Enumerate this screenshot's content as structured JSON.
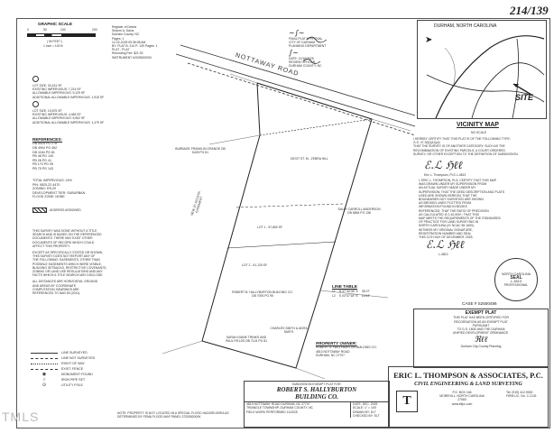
{
  "header": {
    "book_page": "214/139",
    "graphic_scale_label": "GRAPHIC SCALE",
    "scale_ticks": [
      "0",
      "50",
      "100",
      "200"
    ],
    "scale_unit": "( IN FEET )",
    "scale_note": "1 inch = 100 ft."
  },
  "register_block": [
    "Register of Deeds",
    "Sharon A. Davis",
    "Durham County, NC",
    "Pages: 1",
    "12-22-2025 09:36:08 AM",
    "BY: PLAT B: 214 P: 139 Pages: 1",
    "PLAT - PLAT",
    "Recording Fee: $21.00",
    "INSTRUMENT #2025000000"
  ],
  "approvals": [
    "FINAL PLAT APPROVAL",
    "CITY OF DURHAM",
    "PLANNING DEPARTMENT",
    "DATE: 12/10/2025",
    "REVIEW OFFICER",
    "DURHAM COUNTY, NC"
  ],
  "road_label": "NOTTAWAY ROAD",
  "lots": [
    {
      "id": "lot-a",
      "lines": [
        "LOT SIZE: 30,431 SF",
        "EXISTING IMPERVIOUS: 7,214 SF",
        "ALLOWABLE IMPERVIOUS: 9,129 SF",
        "ADDITIONAL ALLOWABLE IMPERVIOUS: 1,915 SF"
      ]
    },
    {
      "id": "lot-b",
      "lines": [
        "LOT SIZE: 19,875 SF",
        "EXISTING IMPERVIOUS: 4,483 SF",
        "ALLOWABLE IMPERVIOUS: 5,962 SF",
        "ADDITIONAL ALLOWABLE IMPERVIOUS: 1,479 SF"
      ]
    }
  ],
  "references_title": "REFERENCES:",
  "references": [
    "DB 5525 PG 278",
    "DB 4904 PG 452",
    "DB 1184 PG 81",
    "PB 48 PG 149",
    "PB 28 PG 41",
    "PB 170 PG 95",
    "PB 75 PG 143"
  ],
  "zoning_lines": [
    "TOTAL IMPERVIOUS: 24%",
    "PIN: 0820-22-4470",
    "ZONING: RS-20",
    "DEVELOPMENT TIER: SUBURBAN",
    "FLOOD ZONE: NONE"
  ],
  "address_note": "ADDRESS ASSIGNED",
  "notes": [
    "THIS SURVEY WAS DONE WITHOUT A TITLE",
    "SEARCH AND IS BASED ON THE REFERENCED",
    "DOCUMENTS. THERE MAY EXIST OTHER",
    "DOCUMENTS OF RECORD WHICH COULD",
    "AFFECT THIS PROPERTY.",
    "",
    "EXCEPT AS SPECIFICALLY STATED OR SHOWN,",
    "THIS SURVEY DOES NOT REPORT ANY OF",
    "THE FOLLOWING: EASEMENTS, OTHER THAN",
    "POSSIBLE EASEMENTS WHICH WERE VISIBLE,",
    "BUILDING SETBACKS, RESTRICTIVE COVENANTS,",
    "ZONING OR LAND USE REGULATIONS AND ANY",
    "FACTS WHICH A TITLE SEARCH MAY DISCLOSE.",
    "",
    "ALL DISTANCES ARE HORIZONTAL GROUND",
    "AND AREAS BY COORDINATE",
    "COMPUTATION. BEARINGS ARE",
    "REFERENCED TO NAD 83 (2011)."
  ],
  "legend": [
    "LINE SURVEYED",
    "LINE NOT SURVEYED",
    "RIGHT OF WAY",
    "EXIST. FENCE",
    "MONUMENT FOUND",
    "IRON PIPE SET",
    "UTILITY POLE"
  ],
  "parcels": [
    "BURBAGE FRANKLIN GRANGE DB 5425 PG 81",
    "DEVIT ST. M - ZEBRA HILL",
    "ROBERT B. HALLYBURTON BUILDING CO. DB 7093 PG 95",
    "LOT 1 - 57,850 SF",
    "LOT 2 - 51,125 SF",
    "SALLY CARROLL ANDERSON DB 6854 PG 138",
    "CHARLES SMITH & ANITA SMITH",
    "SARAH DIANE TRINKS AND PAUL FIELDS DB 7124 PG 81",
    "NEW 20' ACCESS EASEMENT"
  ],
  "line_table": {
    "title": "LINE TABLE",
    "rows": [
      [
        "L1",
        "N 37°46'08\" E",
        "35.07'"
      ],
      [
        "L2",
        "S 03°47'18\" E",
        "12.64'"
      ]
    ]
  },
  "vicinity": {
    "city": "DURHAM, NORTH CAROLINA",
    "site_label": "SITE",
    "title": "VICINITY MAP",
    "scale": "NO SCALE"
  },
  "certifications": [
    "I HEREBY CERTIFY THAT THIS PLAT IS OF THE FOLLOWING TYPE:",
    "G.S. 47-30(f)(11)(d)",
    "THAT THE SURVEY IS OF ANOTHER CATEGORY, SUCH AS THE",
    "RECOMBINATION OF EXISTING PARCELS, A COURT-ORDERED",
    "SURVEY, OR OTHER EXCEPTION TO THE DEFINITION OF SUBDIVISION."
  ],
  "surveyor_certification": [
    "I, ERIC L. THOMPSON, PLS, CERTIFY THAT THIS MAP",
    "WAS DRAWN UNDER MY SUPERVISION FROM",
    "AN ACTUAL SURVEY MADE UNDER MY",
    "SUPERVISION; THAT THE DEED DESCRIPTION AND PLATS",
    "USED ARE SHOWN HEREON; THAT THE",
    "BOUNDARIES NOT SURVEYED ARE SHOWN",
    "AS BROKEN LINES PLOTTED FROM",
    "INFORMATION FOUND IN BOOKS",
    "REFERENCED; THAT THE RATIO OF PRECISION",
    "AS CALCULATED IS 1:10,000+; THAT THIS",
    "MAP MEETS THE REQUIREMENTS OF THE STANDARDS",
    "OF PRACTICE FOR LAND SURVEYING IN",
    "NORTH CAROLINA (21 NCAC 56.1600).",
    "WITNESS MY ORIGINAL SIGNATURE,",
    "REGISTRATION NUMBER AND SEAL",
    "THIS 11TH DAY OF DECEMBER, 2025."
  ],
  "surveyor_sig": "Eric L. Thompson, PLS L-4813",
  "surveyor_reg": "L-4813",
  "seal": {
    "top": "NORTH CAROLINA",
    "middle": "SEAL",
    "number": "L-4813",
    "bottom": "PROFESSIONAL"
  },
  "case_number": "CASE # S2500486",
  "exempt": {
    "title": "EXEMPT PLAT",
    "lines": [
      "THIS PLAT HAS BEEN CERTIFIED FOR",
      "RECORDATION AS AN EXEMPT PLAT",
      "PURSUANT",
      "TO G.S. 160D AND THE DURHAM",
      "UNIFIED DEVELOPMENT ORDINANCE."
    ],
    "signer": "Durham City-County Planning"
  },
  "property_owner": {
    "label": "PROPERTY OWNER:",
    "lines": [
      "ROBERT S. HALLYBURTON BUILDING CO.",
      "4813 NOTTAWAY ROAD",
      "DURHAM, NC 27707"
    ]
  },
  "title_block": {
    "subtitle": "SUBDIVISION EXEMPT PLAT FOR:",
    "owner_line1": "ROBERT S. HALLYBURTON",
    "owner_line2": "BUILDING CO.",
    "address": "4813 NOTTAWAY ROAD DURHAM, NC 27707",
    "township": "TRIANGLE TOWNSHIP, DURHAM COUNTY, NC",
    "field_info": "FIELD WORK PERFORMED 11/2025",
    "date_label": "DATE:",
    "date_value": "DEC. 2025",
    "scale_label": "SCALE:",
    "scale_value": "1\" = 100'",
    "drawn_label": "DRAWN BY:",
    "drawn_value": "ELT",
    "checked_label": "CHECKED BY:",
    "checked_value": "ELT"
  },
  "firm": {
    "name": "ERIC L. THOMPSON & ASSOCIATES, P.C.",
    "tagline": "CIVIL ENGINEERING & LAND SURVEYING",
    "po": "P.O. BOX 166",
    "city": "MOREHILL, NORTH CAROLINA",
    "zip": "27560",
    "web": "www.eltpc.com",
    "phone": "Tel: (919) 412-9000",
    "firm_no": "FIRM LIC. No. C-2131"
  },
  "footer_note": "NOTE: PROPERTY IS NOT LOCATED IN A SPECIAL FLOOD HAZARD AREA AS DETERMINED BY FEMA FLOOD MAP PANEL 3720082000K",
  "watermark": "TMLS"
}
